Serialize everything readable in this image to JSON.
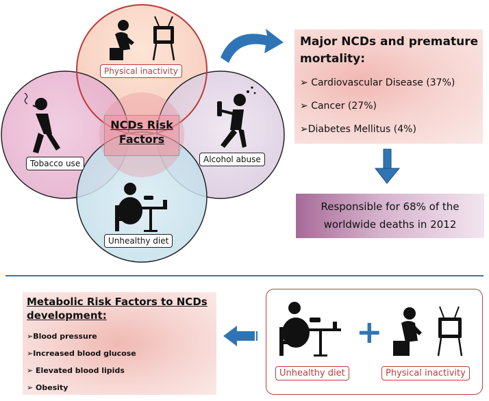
{
  "venn": {
    "center": "NCDs Risk Factors",
    "circles": {
      "top": "Physical inactivity",
      "left": "Tobacco use",
      "right": "Alcohol abuse",
      "bottom": "Unhealthy diet"
    }
  },
  "mortality": {
    "title": "Major NCDs and premature mortality:",
    "items": [
      "Cardiovascular Disease (37%)",
      "Cancer (27%)",
      "Diabetes Mellitus (4%)"
    ]
  },
  "responsible": {
    "line1": "Responsible for 68% of the",
    "line2": "worldwide deaths in 2012"
  },
  "metabolic": {
    "title": "Metabolic Risk Factors to NCDs development:",
    "items": [
      "Blood pressure",
      "Increased blood glucose",
      "Elevated blood lipids",
      "Obesity"
    ]
  },
  "combo": {
    "plus": "+",
    "left_label": "Unhealthy diet",
    "right_label": "Physical inactivity"
  },
  "colors": {
    "arrow_blue": "#2f75b5",
    "red_accent": "#c0393b"
  }
}
